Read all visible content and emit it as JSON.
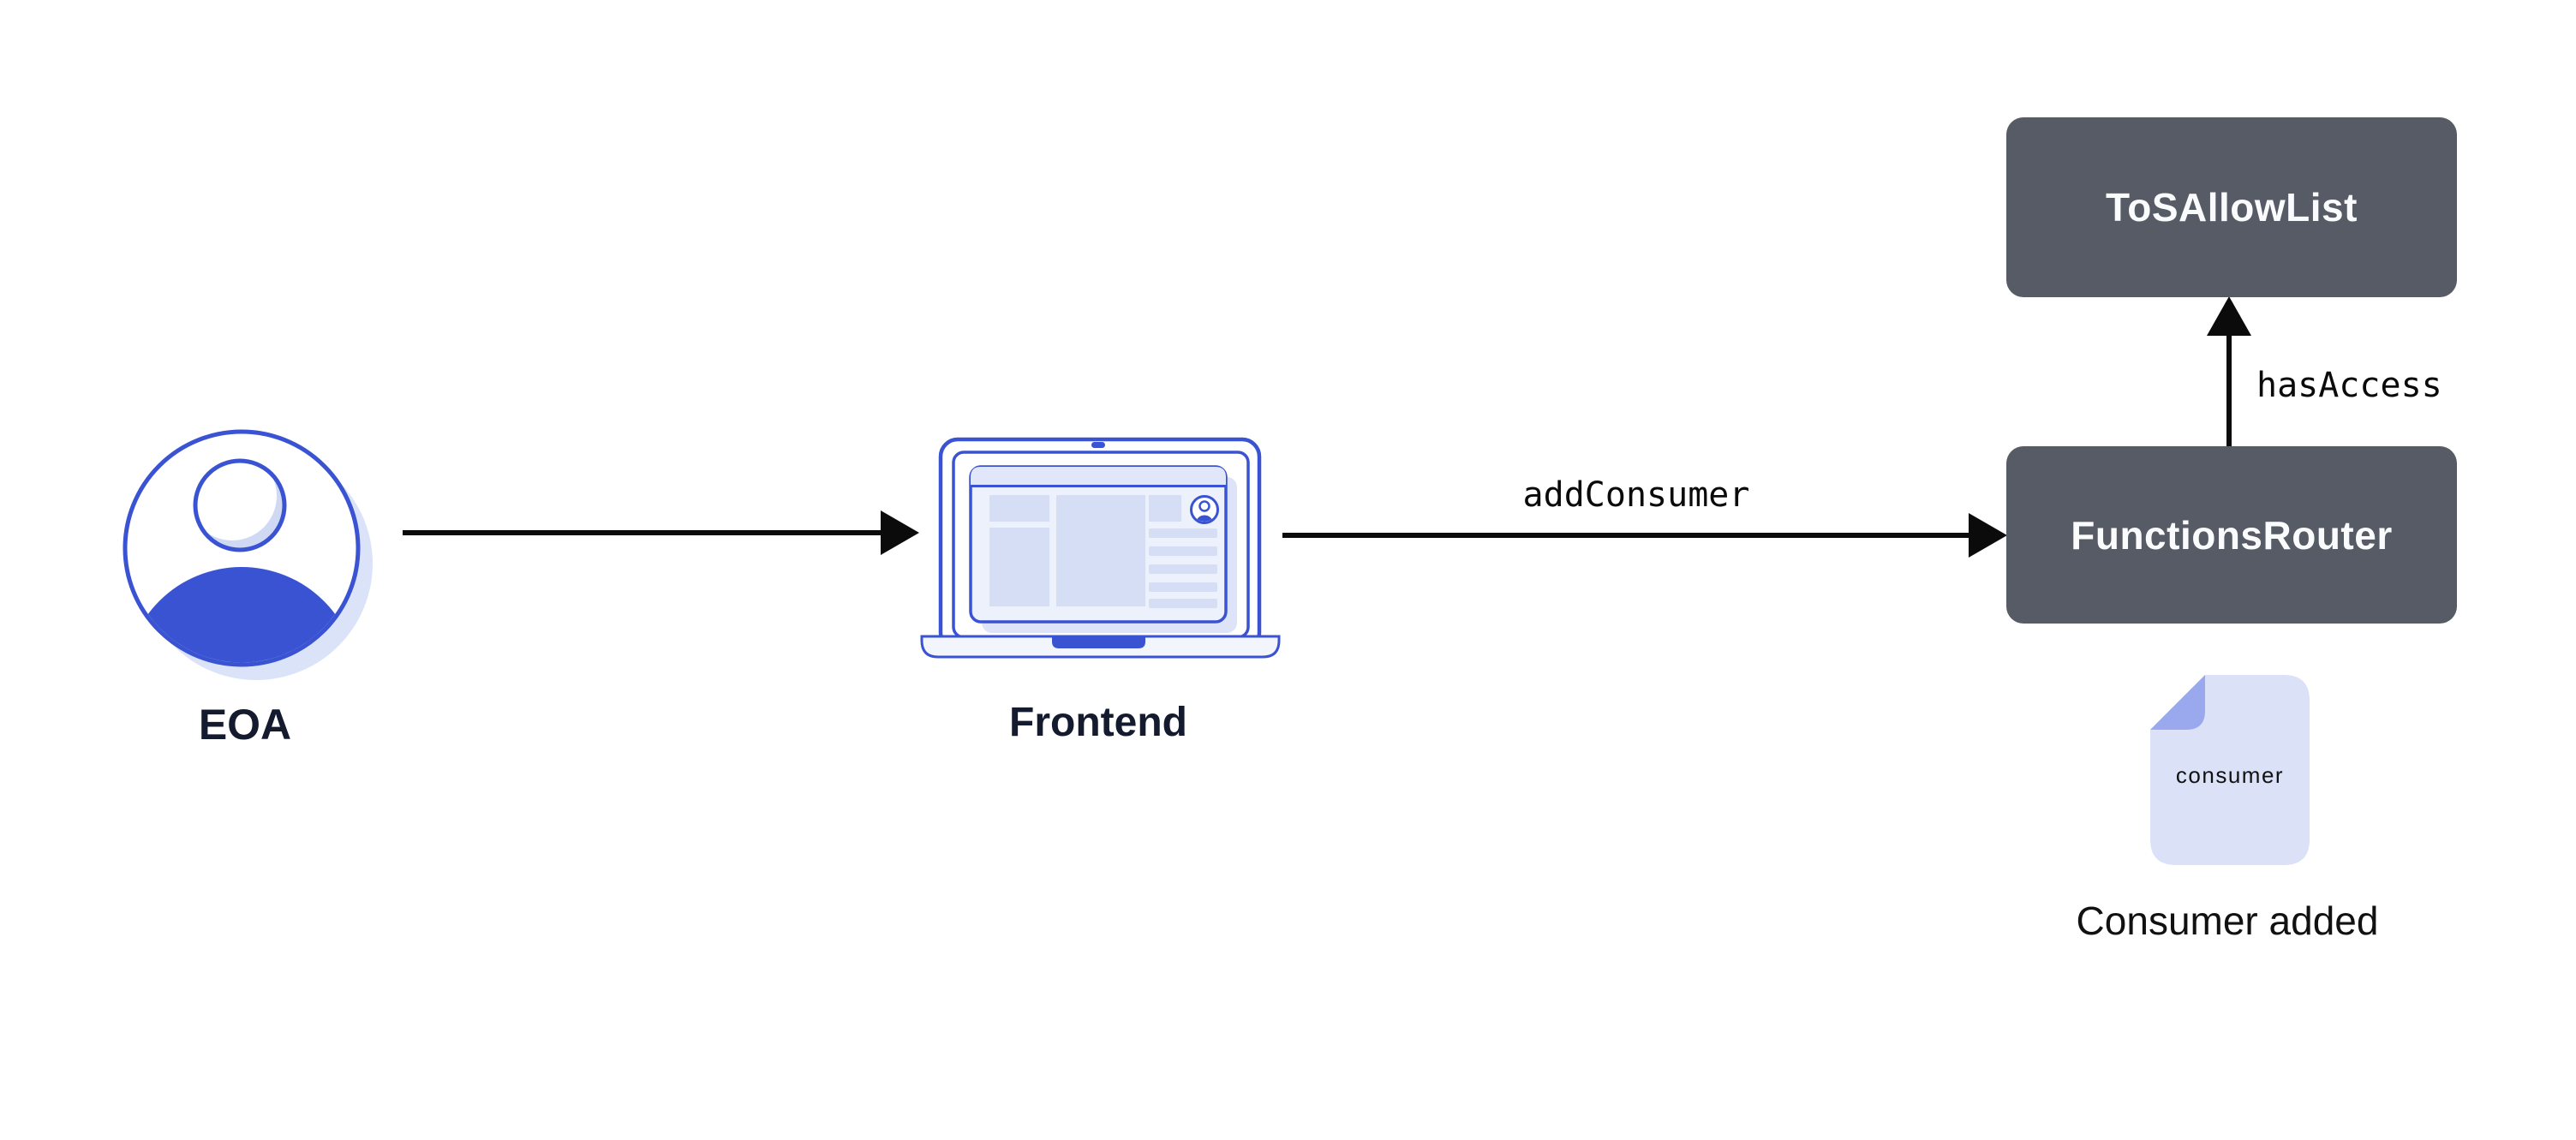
{
  "diagram": {
    "nodes": {
      "eoa": {
        "label": "EOA",
        "icon": "user-avatar-icon"
      },
      "frontend": {
        "label": "Frontend",
        "icon": "laptop-browser-icon"
      },
      "tos_allow_list": {
        "label": "ToSAllowList",
        "kind": "contract-box"
      },
      "functions_router": {
        "label": "FunctionsRouter",
        "kind": "contract-box"
      }
    },
    "edges": {
      "eoa_to_frontend": {
        "label": "",
        "direction": "right"
      },
      "frontend_to_functions_router": {
        "label": "addConsumer",
        "direction": "right"
      },
      "functions_router_to_tos_allow_list": {
        "label": "hasAccess",
        "direction": "up"
      }
    },
    "artifact": {
      "icon": "document-file-icon",
      "file_label": "consumer",
      "caption": "Consumer added"
    },
    "colors": {
      "accent_blue": "#3a53d3",
      "contract_box_bg": "#565b66",
      "contract_box_text": "#fafbfd",
      "light_lavender": "#dbe3f8",
      "document_fill": "#dbe2f7",
      "document_fold": "#9aa9ee",
      "node_label_text": "#141b2e",
      "edge_label_text": "#0a0a0a",
      "arrow": "#0b0b0b",
      "background": "#ffffff"
    }
  }
}
